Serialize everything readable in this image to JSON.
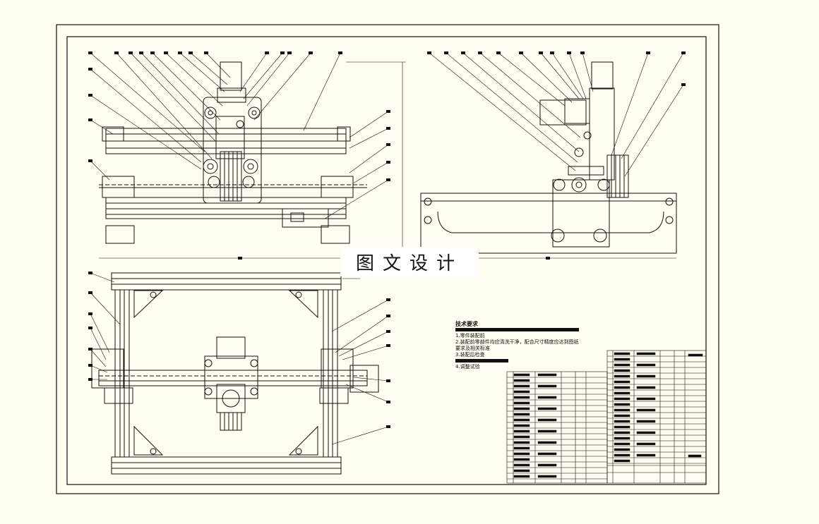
{
  "watermark": {
    "text": "图文设计"
  },
  "technical_requirements": {
    "title": "技术要求",
    "lines": [
      "1.零件装配前",
      "2.装配前零部件均应清洗干净，配合尺寸精度应达到图纸要求及相关标准",
      "3.装配后检查"
    ],
    "last_line": "4.调整试验"
  },
  "colors": {
    "background": "#fffef0",
    "line": "#111111",
    "paper": "#ffffff"
  }
}
